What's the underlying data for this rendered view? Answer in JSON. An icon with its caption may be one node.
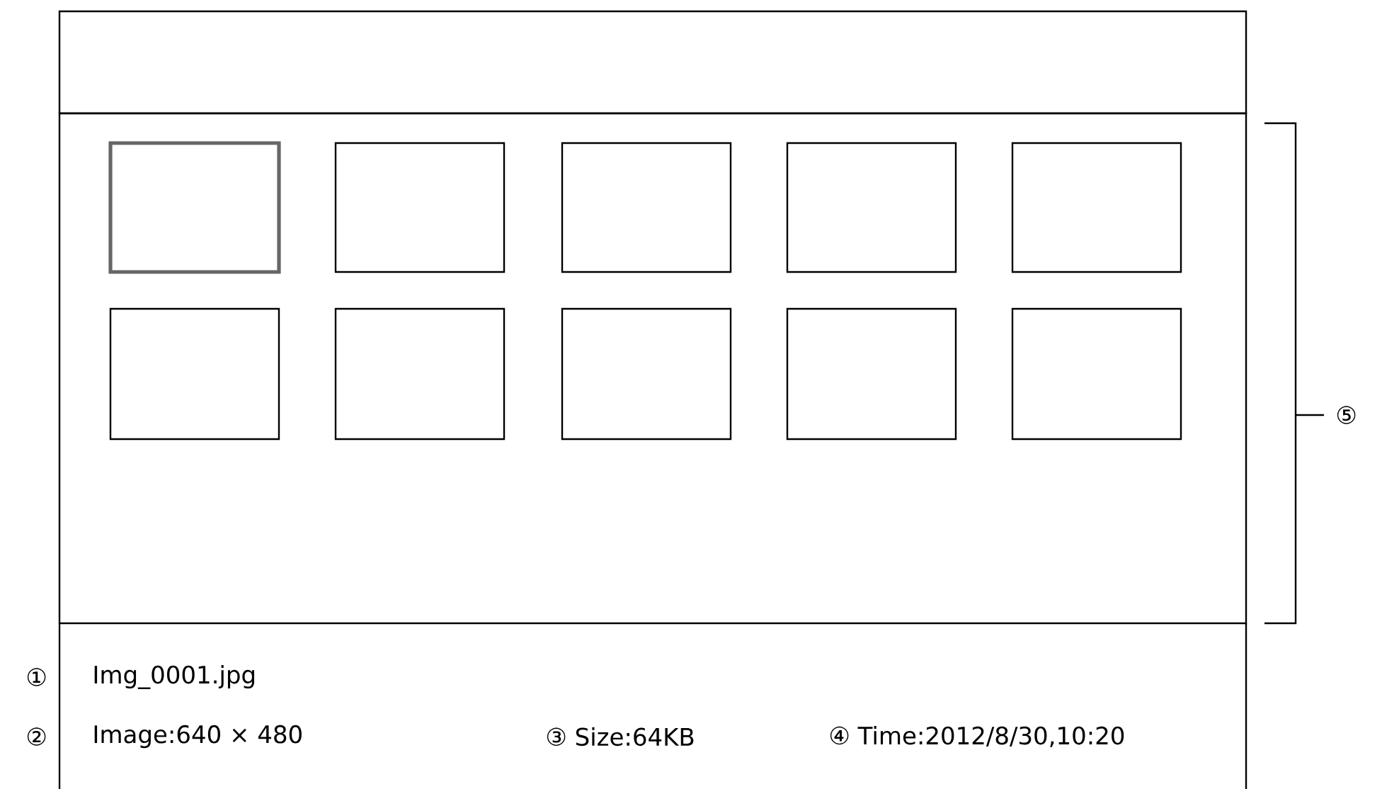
{
  "diagram": {
    "nodes": [
      {
        "text": [],
        "shape": "box"
      },
      {
        "text": [],
        "shape": "box"
      },
      {
        "text": [],
        "shape": "box",
        "in": 1
      },
      {
        "text": [],
        "shape": "box",
        "in": 1
      },
      {
        "text": [],
        "shape": "box",
        "in": 1
      },
      {
        "text": [],
        "shape": "box",
        "in": 1
      },
      {
        "text": [],
        "shape": "box",
        "in": 1
      },
      {
        "text": [],
        "shape": "box",
        "in": 1
      },
      {
        "text": [],
        "shape": "box",
        "in": 1
      },
      {
        "text": [],
        "shape": "box",
        "in": 1
      },
      {
        "text": [],
        "shape": "box",
        "in": 1
      },
      {
        "text": [],
        "shape": "box",
        "in": 1
      }
    ],
    "labels": [
      "①",
      "Img_0001.jpg",
      "②",
      "Image:640 × 480",
      "③ Size:64KB",
      "④ Time:2012/8/30,10:20",
      "⑤"
    ]
  }
}
